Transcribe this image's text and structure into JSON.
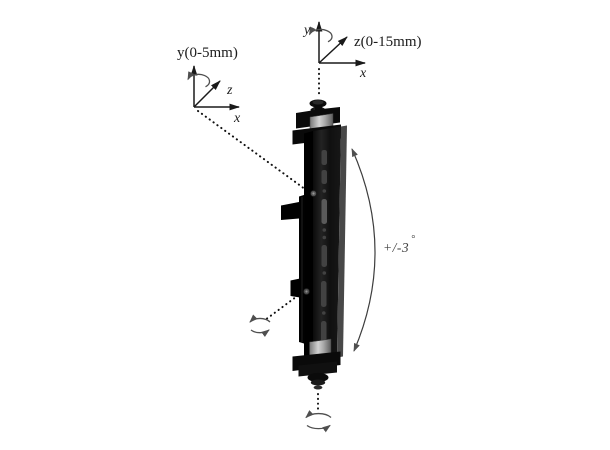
{
  "diagram": {
    "left_axis": {
      "y_label": "y(0-5mm)",
      "z_label": "z",
      "x_label": "x"
    },
    "right_axis": {
      "y_label": "y",
      "z_label": "z(0-15mm)",
      "x_label": "x"
    },
    "tilt": {
      "label": "+/-3",
      "degree_symbol": "°"
    },
    "colors": {
      "background": "#ffffff",
      "axis_line": "#1a1a1a",
      "rotation_arrow": "#4f4f4f",
      "tilt_arc": "#3d3d3d",
      "dotted_line": "#101010",
      "bracket_black": "#0d0d0d",
      "metal_gray": "#b7b7b7"
    }
  }
}
